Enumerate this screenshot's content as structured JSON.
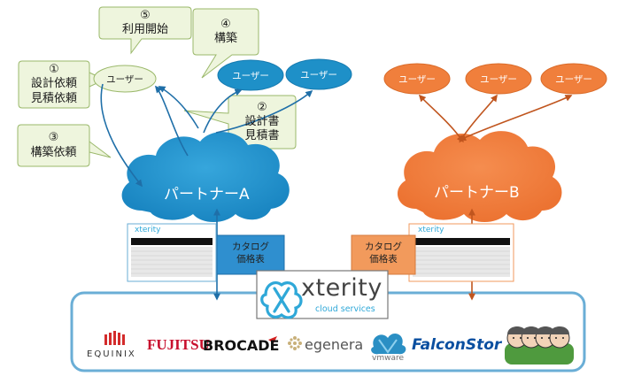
{
  "callouts": {
    "start": {
      "num": "⑤",
      "text": "利用開始"
    },
    "build": {
      "num": "④",
      "text": "構築"
    },
    "design": {
      "num": "①",
      "line1": "設計依頼",
      "line2": "見積依頼"
    },
    "order": {
      "num": "③",
      "text": "構築依頼"
    },
    "quote": {
      "num": "②",
      "line1": "設計書",
      "line2": "見積書"
    }
  },
  "users": {
    "a_main": "ユーザー",
    "a_1": "ユーザー",
    "a_2": "ユーザー",
    "b_1": "ユーザー",
    "b_2": "ユーザー",
    "b_3": "ユーザー"
  },
  "partners": {
    "a": "パートナーA",
    "b": "パートナーB"
  },
  "catalog": {
    "a": {
      "line1": "カタログ",
      "line2": "価格表"
    },
    "b": {
      "line1": "カタログ",
      "line2": "価格表"
    },
    "doc_brand": "xterity"
  },
  "xterity": {
    "name": "xterity",
    "tagline": "cloud services"
  },
  "vendors": {
    "equinix": "EQUINIX",
    "fujitsu": "FUJITSU",
    "brocade": "BROCADE",
    "egenera": "egenera",
    "vmware": "vmware",
    "falconstor": "FalconStor"
  },
  "colors": {
    "blue": "#1e90c8",
    "orange": "#f07f3c",
    "green_callout": "#eef5dd",
    "green_border": "#9ab86a",
    "platform_border": "#6aaed6",
    "tag_blue": "#2f8fcf",
    "tag_orange": "#f29a5c"
  }
}
